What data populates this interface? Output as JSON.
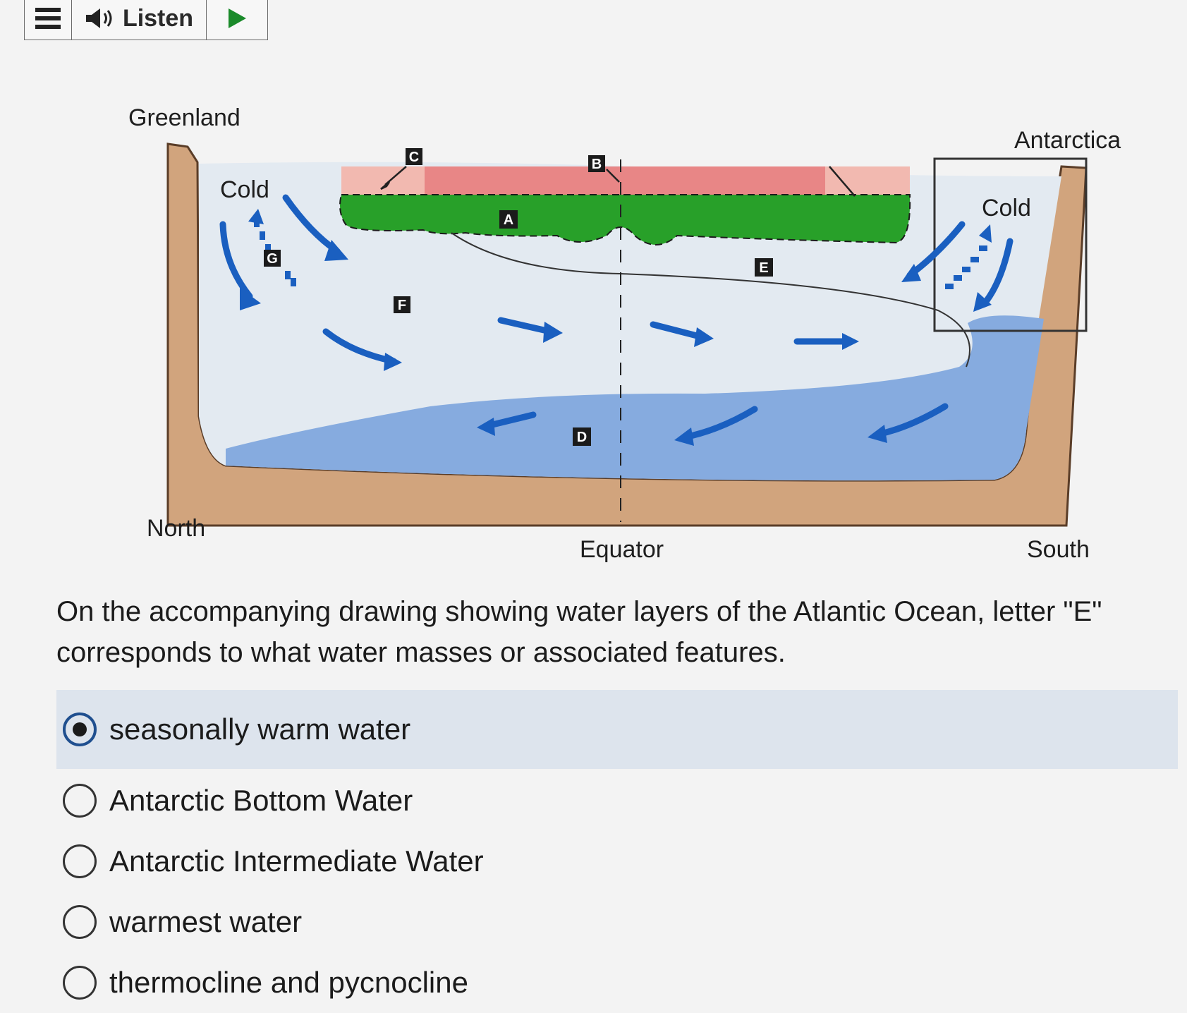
{
  "toolbar": {
    "menu_icon": "hamburger-menu-icon",
    "speaker_icon": "speaker-icon",
    "listen_label": "Listen",
    "play_icon": "play-icon"
  },
  "diagram": {
    "labels": {
      "greenland": "Greenland",
      "antarctica": "Antarctica",
      "north": "North",
      "equator": "Equator",
      "south": "South",
      "cold_left": "Cold",
      "cold_right": "Cold"
    },
    "letters": {
      "a": "A",
      "b": "B",
      "c": "C",
      "d": "D",
      "e": "E",
      "f": "F",
      "g": "G"
    },
    "colors": {
      "land": "#d1a47d",
      "surface_warm": "#e88686",
      "surface_pale": "#f2b9b0",
      "green_layer": "#28a029",
      "light_water": "#e3eaf1",
      "deep_water": "#7ea4dd",
      "arrow": "#1a5fc0"
    }
  },
  "question": {
    "text": "On the accompanying drawing showing water layers of the Atlantic Ocean, letter \"E\" corresponds to what water masses or associated features."
  },
  "options": [
    {
      "label": "seasonally warm water",
      "selected": true
    },
    {
      "label": "Antarctic Bottom Water",
      "selected": false
    },
    {
      "label": "Antarctic Intermediate Water",
      "selected": false
    },
    {
      "label": "warmest water",
      "selected": false
    },
    {
      "label": "thermocline and pycnocline",
      "selected": false
    }
  ]
}
